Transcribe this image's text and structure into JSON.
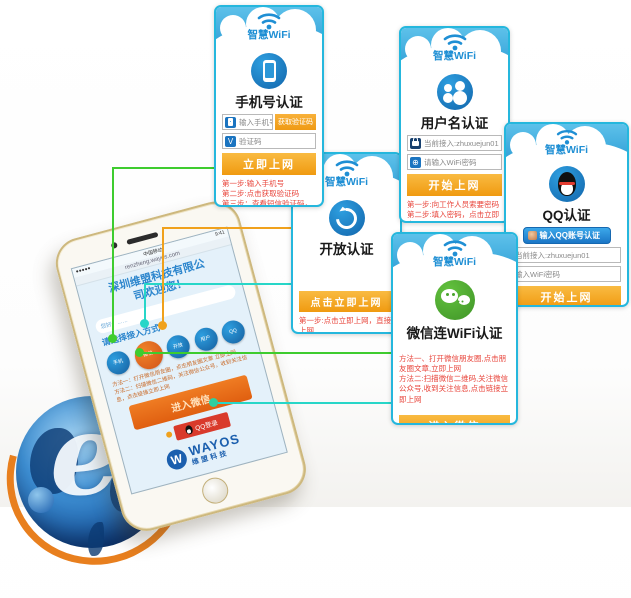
{
  "colors": {
    "cyan_border": "#25b7dd",
    "orange_button": "#f09a10",
    "red_text": "#e8463c",
    "blue_icon": "#1b74c0",
    "wechat_green": "#3f9427",
    "deep_orange": "#e05f10",
    "qq_red": "#d93a2b",
    "wayos_blue": "#1b5fae"
  },
  "cards": {
    "phone_auth": {
      "logo": "智慧WiFi",
      "title": "手机号认证",
      "input1_placeholder": "输入手机号",
      "input1_button": "获取验证码",
      "input2_placeholder": "验证码",
      "submit": "立即上网",
      "steps": "第一步:输入手机号\n第二步:点击获取验证码\n第三步：查看短信验证码，填入验证码，点击立即上网"
    },
    "username_auth": {
      "logo": "智慧WiFi",
      "title": "用户名认证",
      "input1_value": "当前接入:zhuxuejun01",
      "input2_placeholder": "请输入WiFi密码",
      "submit": "开始上网",
      "steps": "第一步:向工作人员索要密码\n第二步:填入密码，点击立即上网"
    },
    "open_auth": {
      "logo": "智慧WiFi",
      "title": "开放认证",
      "submit": "点击立即上网",
      "steps": "第一步:点击立即上网，直接上网"
    },
    "qq_auth": {
      "logo": "智慧WiFi",
      "title": "QQ认证",
      "qq_button": "输入QQ账号认证",
      "input1_value": "当前接入:zhuxuejun01",
      "input2_placeholder": "输入WiFi密码",
      "submit": "开始上网"
    },
    "wechat_auth": {
      "logo": "智慧WiFi",
      "title": "微信连WiFi认证",
      "methods": "方法一、打开微信朋友圈,点击朋友圈文章,立即上网\n方法二:扫描微信二维码,关注微信公众号,收到关注信息,点击链接立即上网",
      "submit": "进入微信"
    }
  },
  "phone_screen": {
    "signal": "●●●●●",
    "carrier": "中国移动",
    "time": "9:41",
    "url": "renzheng.wayos.com",
    "welcome_line1": "深圳维盟科技有限公",
    "welcome_line2": "司欢迎您！",
    "notice": "您好！……",
    "choose_label": "请选择接入方式",
    "auth_icons": {
      "0": "手机",
      "1": "微信",
      "2": "开放",
      "3": "用户",
      "4": "QQ"
    },
    "methods": "方法一：打开微信朋友圈，点击朋友圈文章 立即上网\n方法二：扫描微信二维码，关注微信公众号，收到关注信息，点击链接立即上网",
    "wechat_button": "进入微信",
    "qq_button": "QQ登录",
    "wayos": "WAYOS",
    "wayos_w": "W",
    "wayos_cn": "维盟科技"
  }
}
